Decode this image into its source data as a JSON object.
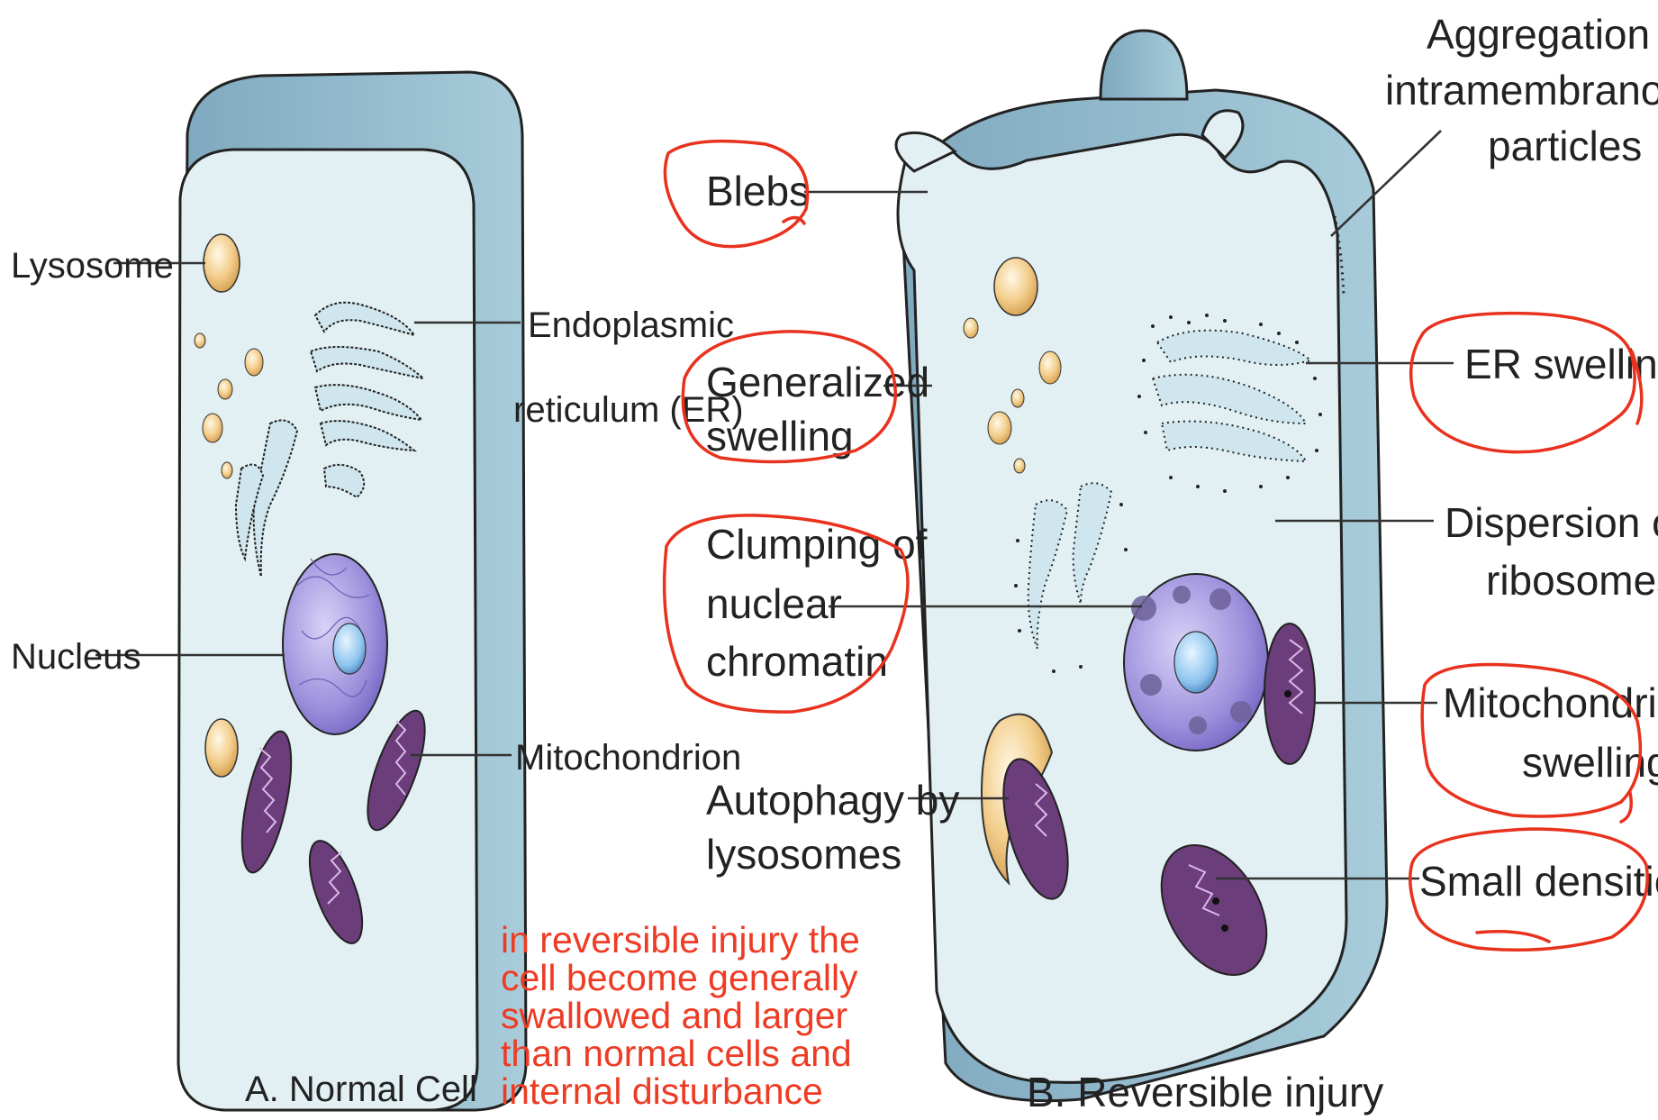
{
  "cell_a": {
    "caption": "A. Normal Cell",
    "labels": {
      "lysosome": "Lysosome",
      "er_line1": "Endoplasmic",
      "er_line2": "reticulum (ER)",
      "nucleus": "Nucleus",
      "mitochondrion": "Mitochondrion"
    }
  },
  "cell_b": {
    "caption": "B. Reversible injury",
    "labels": {
      "aggregation_line1": "Aggregation of",
      "aggregation_line2": "intramembranous",
      "aggregation_line3": "particles",
      "blebs": "Blebs",
      "generalized_line1": "Generalized",
      "generalized_line2": "swelling",
      "er_swelling": "ER swelling",
      "clumping_line1": "Clumping of",
      "clumping_line2": "nuclear",
      "clumping_line3": "chromatin",
      "dispersion_line1": "Dispersion of",
      "dispersion_line2": "ribosomes",
      "mito_line1": "Mitochondrial",
      "mito_line2": "swelling",
      "autophagy_line1": "Autophagy by",
      "autophagy_line2": "lysosomes",
      "small_densities": "Small densities"
    }
  },
  "annotation": {
    "note": "in reversible injury the cell become generally swallowed and larger than normal cells and internal disturbance"
  },
  "colors": {
    "cell_membrane": "#8fb8cb",
    "cytoplasm": "#e3f0f3",
    "lysosome": "#f3cf8e",
    "nucleus": "#9c8fd8",
    "mitochondrion": "#6b3d7a",
    "handwriting": "#e8321e"
  }
}
